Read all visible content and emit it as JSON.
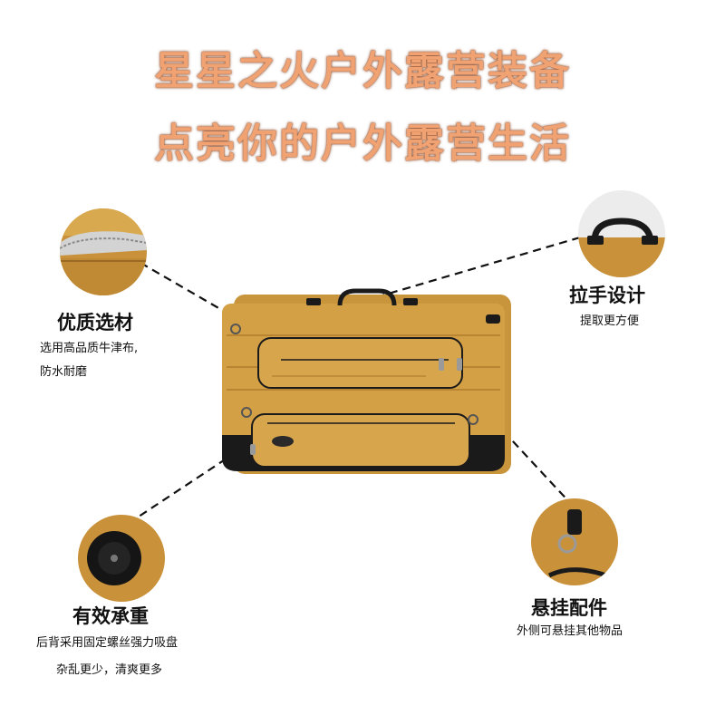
{
  "headline": {
    "line1": "星星之火户外露营装备",
    "line2": "点亮你的户外露营生活"
  },
  "features": {
    "material": {
      "title": "优质选材",
      "desc1": "选用高品质牛津布,",
      "desc2": "防水耐磨"
    },
    "handle": {
      "title": "拉手设计",
      "desc1": "提取更方便"
    },
    "suction": {
      "title": "有效承重",
      "desc1": "后背采用固定螺丝强力吸盘",
      "desc2": "杂乱更少，清爽更多"
    },
    "hanging": {
      "title": "悬挂配件",
      "desc1": "外侧可悬挂其他物品"
    }
  },
  "colors": {
    "headline": "#f0a272",
    "bag": "#d4a046",
    "bag_dark": "#b98533",
    "bag_bottom": "#1a1a1a"
  }
}
